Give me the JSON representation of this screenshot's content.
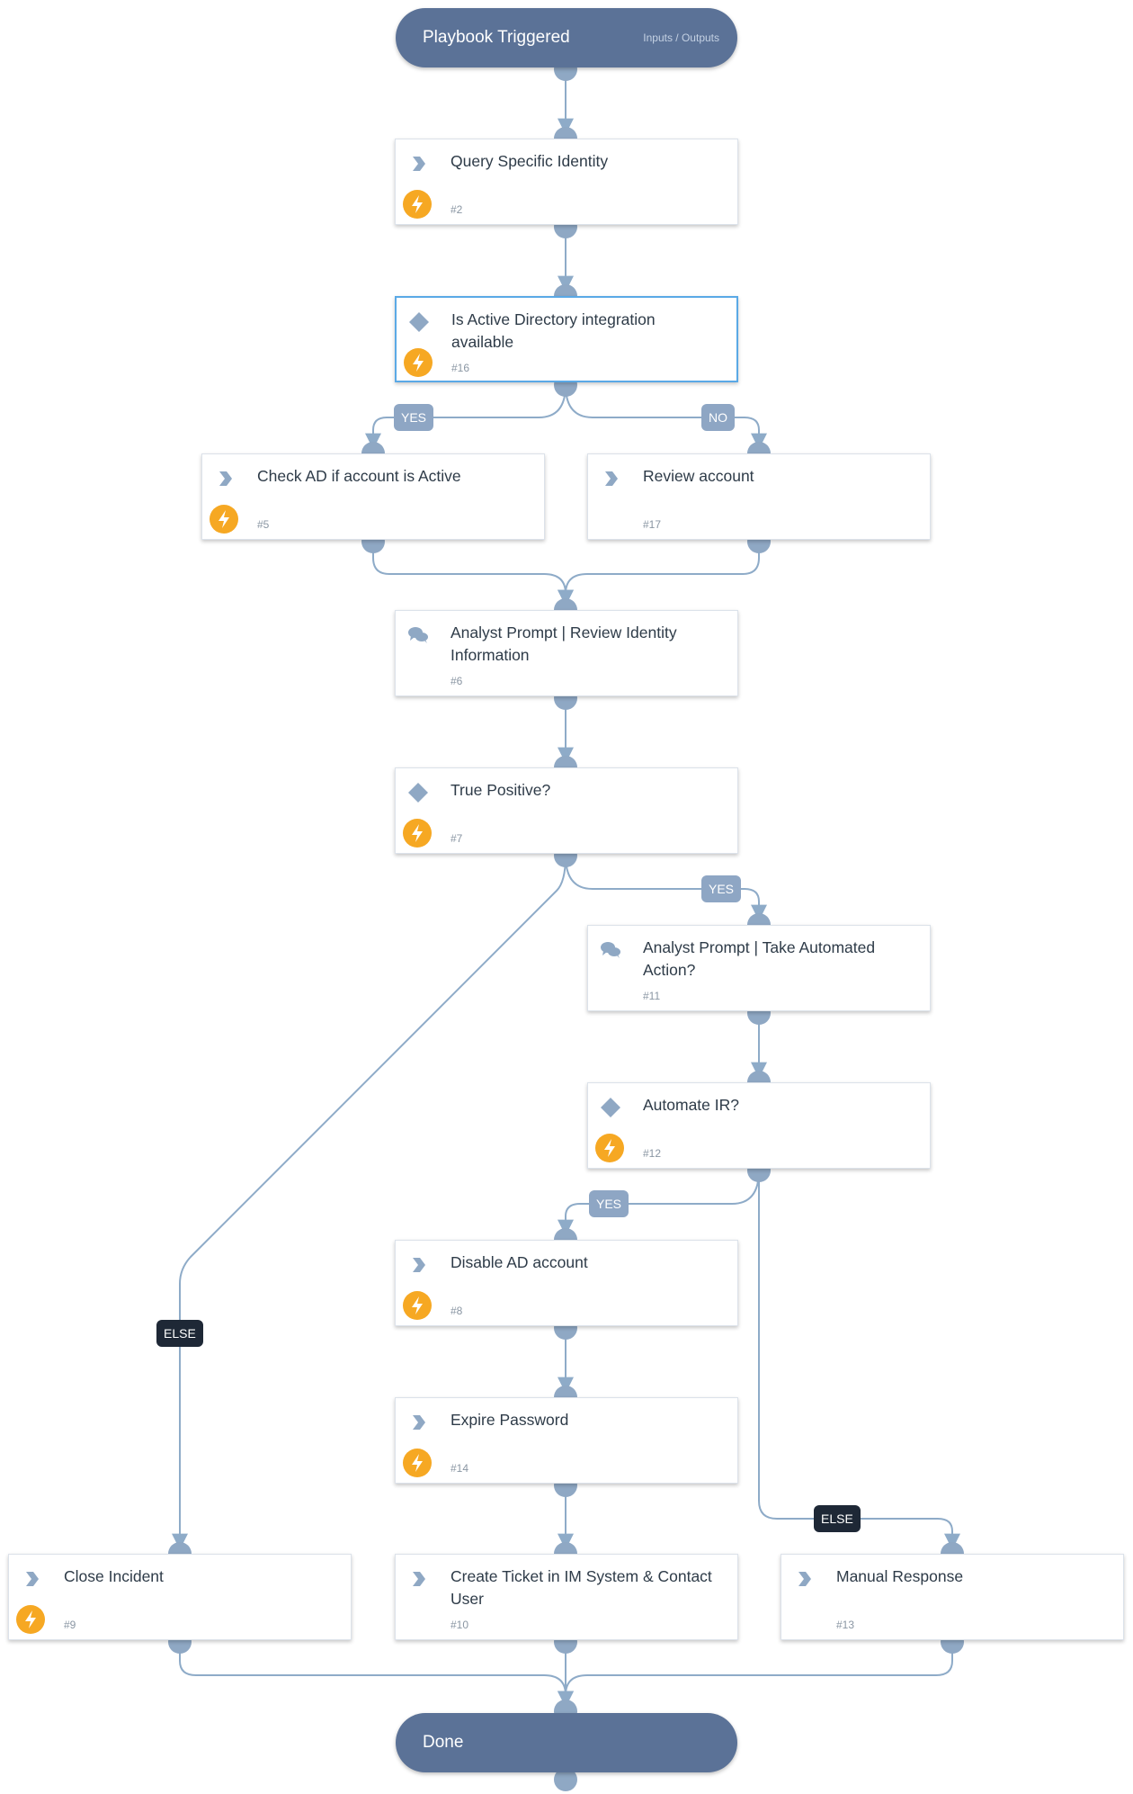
{
  "start": {
    "title": "Playbook Triggered",
    "sub": "Inputs / Outputs"
  },
  "end": {
    "title": "Done"
  },
  "tasks": {
    "t2": {
      "title": "Query Specific Identity",
      "num": "#2",
      "type": "action",
      "auto": true
    },
    "t16": {
      "title": "Is Active Directory integration available",
      "num": "#16",
      "type": "condition",
      "auto": true
    },
    "t5": {
      "title": "Check AD if account is Active",
      "num": "#5",
      "type": "action",
      "auto": true
    },
    "t17": {
      "title": "Review account",
      "num": "#17",
      "type": "action",
      "auto": false
    },
    "t6": {
      "title": "Analyst Prompt | Review Identity Information",
      "num": "#6",
      "type": "prompt",
      "auto": false
    },
    "t7": {
      "title": "True Positive?",
      "num": "#7",
      "type": "condition",
      "auto": true
    },
    "t11": {
      "title": "Analyst Prompt | Take Automated Action?",
      "num": "#11",
      "type": "prompt",
      "auto": false
    },
    "t12": {
      "title": "Automate IR?",
      "num": "#12",
      "type": "condition",
      "auto": true
    },
    "t8": {
      "title": "Disable AD account",
      "num": "#8",
      "type": "action",
      "auto": true
    },
    "t14": {
      "title": "Expire Password",
      "num": "#14",
      "type": "action",
      "auto": true
    },
    "t9": {
      "title": "Close Incident",
      "num": "#9",
      "type": "action",
      "auto": true
    },
    "t10": {
      "title": "Create Ticket in IM System & Contact User",
      "num": "#10",
      "type": "action",
      "auto": false
    },
    "t13": {
      "title": "Manual Response",
      "num": "#13",
      "type": "action",
      "auto": false
    }
  },
  "labels": {
    "yes_t16": "YES",
    "no_t16": "NO",
    "yes_t7": "YES",
    "yes_t12": "YES",
    "else_t7": "ELSE",
    "else_t12": "ELSE"
  },
  "colors": {
    "pill": "#5b7297",
    "edge": "#8eabc8",
    "auto_icon": "#f6a823",
    "type_icon": "#8fa8c4",
    "else_label": "#1e2836",
    "branch_label": "#8ea6c4"
  }
}
